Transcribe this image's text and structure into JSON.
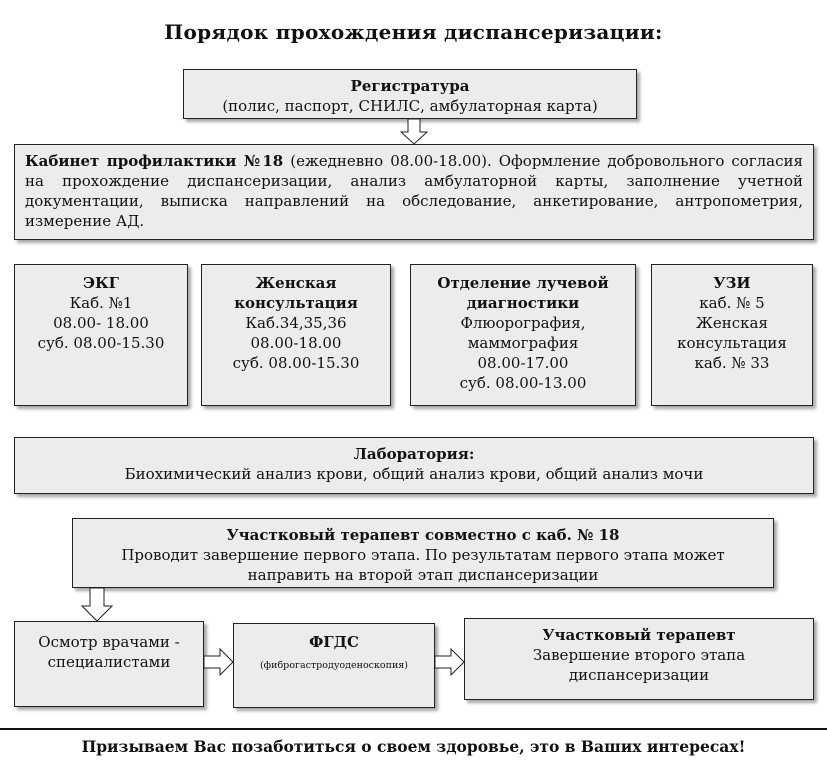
{
  "title": "Порядок прохождения диспансеризации:",
  "registry": {
    "heading": "Регистратура",
    "docs": "(полис, паспорт, СНИЛС, амбулаторная карта)"
  },
  "prevention": {
    "heading": "Кабинет профилактики №18",
    "text": " (ежедневно 08.00-18.00). Оформление добровольного согласия на прохождение диспансеризации, анализ амбулаторной карты, заполнение учетной документации, выписка направлений на обследование, анкетирование, антропометрия, измерение АД."
  },
  "ecg": {
    "heading": "ЭКГ",
    "room": "Каб. №1",
    "hours": "08.00- 18.00",
    "sat": "суб. 08.00-15.30"
  },
  "women": {
    "heading_1": "Женская",
    "heading_2": "консультация",
    "room": "Каб.34,35,36",
    "hours": "08.00-18.00",
    "sat": "суб. 08.00-15.30"
  },
  "radiology": {
    "heading_1": "Отделение лучевой",
    "heading_2": "диагностики",
    "line_1": "Флюорография,",
    "line_2": "маммография",
    "hours": "08.00-17.00",
    "sat": "суб. 08.00-13.00"
  },
  "uzi": {
    "heading": "УЗИ",
    "room": "каб. № 5",
    "line_1": "Женская",
    "line_2": "консультация",
    "room_2": "каб. № 33"
  },
  "lab": {
    "heading": "Лаборатория:",
    "text": "Биохимический анализ крови, общий анализ крови, общий анализ мочи"
  },
  "therapist": {
    "heading": "Участковый терапевт совместно с каб. № 18",
    "line_1": "Проводит завершение первого этапа. По результатам первого этапа может",
    "line_2": "направить на второй этап диспансеризации"
  },
  "specialists": {
    "line_1": "Осмотр врачами -",
    "line_2": "специалистами"
  },
  "fgds": {
    "heading": "ФГДС",
    "note": "(фиброгастродуоденоскопия)"
  },
  "final": {
    "heading": "Участковый терапевт",
    "line_1": "Завершение второго этапа",
    "line_2": "диспансеризации"
  },
  "footer": "Призываем Вас позаботиться о своем здоровье, это в Ваших интересах!"
}
